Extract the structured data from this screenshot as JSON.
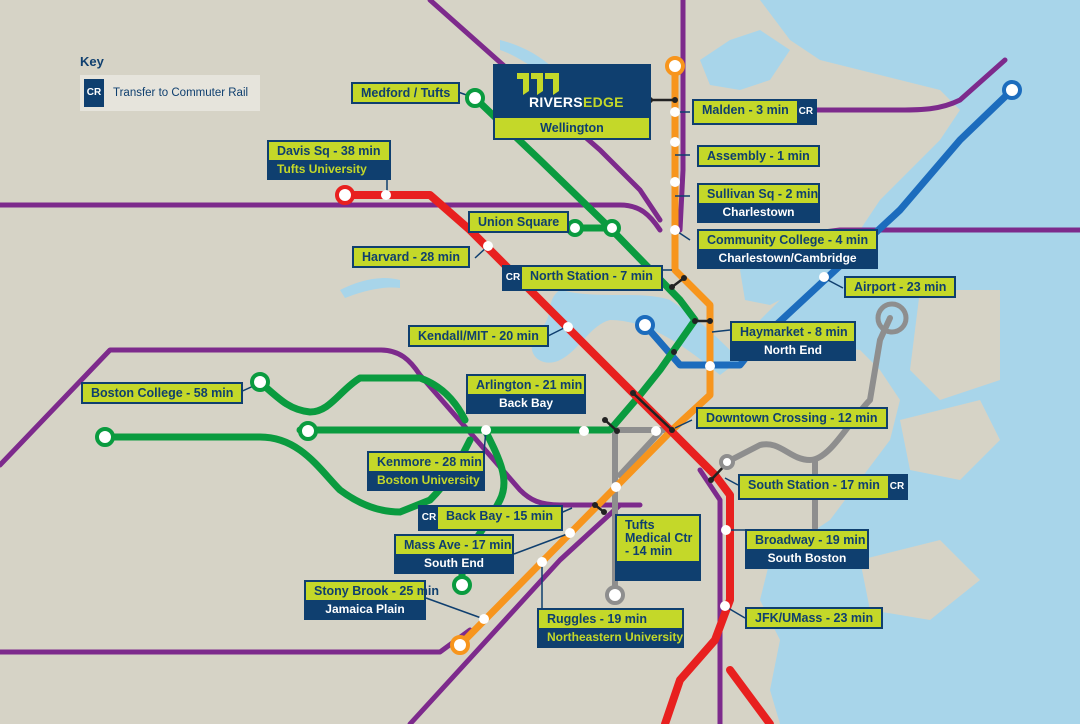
{
  "key": {
    "title": "Key",
    "cr_badge": "CR",
    "cr_text": "Transfer to Commuter Rail"
  },
  "logo": {
    "word_a": "RIVERS",
    "word_b": "EDGE",
    "station": "Wellington"
  },
  "colors": {
    "red": "#e8201f",
    "orange": "#f7951d",
    "green": "#0a9b3f",
    "blue": "#1c6cbd",
    "purple": "#7d2a8c",
    "silver": "#8e8e8e",
    "label_bg": "#c4d829",
    "label_navy": "#0f3f6f",
    "water": "#a8d5ea",
    "land": "#d6d3c6"
  },
  "stations": {
    "medford": {
      "title": "Medford / Tufts"
    },
    "davis": {
      "title": "Davis Sq - 38 min",
      "sub": "Tufts University"
    },
    "malden": {
      "title": "Malden - 3 min",
      "cr": "CR"
    },
    "assembly": {
      "title": "Assembly - 1 min"
    },
    "sullivan": {
      "title": "Sullivan Sq - 2 min",
      "sub": "Charlestown"
    },
    "union": {
      "title": "Union Square"
    },
    "community": {
      "title": "Community College - 4 min",
      "sub": "Charlestown/Cambridge"
    },
    "harvard": {
      "title": "Harvard - 28 min"
    },
    "north": {
      "title": "North Station - 7 min",
      "cr": "CR"
    },
    "airport": {
      "title": "Airport - 23 min"
    },
    "kendall": {
      "title": "Kendall/MIT - 20 min"
    },
    "haymarket": {
      "title": "Haymarket - 8 min",
      "sub": "North End"
    },
    "bostoncollege": {
      "title": "Boston College - 58 min"
    },
    "arlington": {
      "title": "Arlington - 21 min",
      "sub": "Back Bay"
    },
    "downtown": {
      "title": "Downtown Crossing - 12 min"
    },
    "kenmore": {
      "title": "Kenmore - 28 min",
      "sub": "Boston University"
    },
    "south": {
      "title": "South Station - 17 min",
      "cr": "CR"
    },
    "backbay": {
      "title": "Back Bay - 15 min",
      "cr": "CR"
    },
    "tufts": {
      "line1": "Tufts",
      "line2": "Medical Ctr",
      "line3": "- 14 min"
    },
    "broadway": {
      "title": "Broadway - 19 min",
      "sub": "South Boston"
    },
    "massave": {
      "title": "Mass Ave - 17 min",
      "sub": "South End"
    },
    "stonybrook": {
      "title": "Stony Brook - 25 min",
      "sub": "Jamaica Plain"
    },
    "ruggles": {
      "title": "Ruggles - 19 min",
      "sub": "Northeastern University"
    },
    "jfk": {
      "title": "JFK/UMass - 23 min"
    }
  }
}
